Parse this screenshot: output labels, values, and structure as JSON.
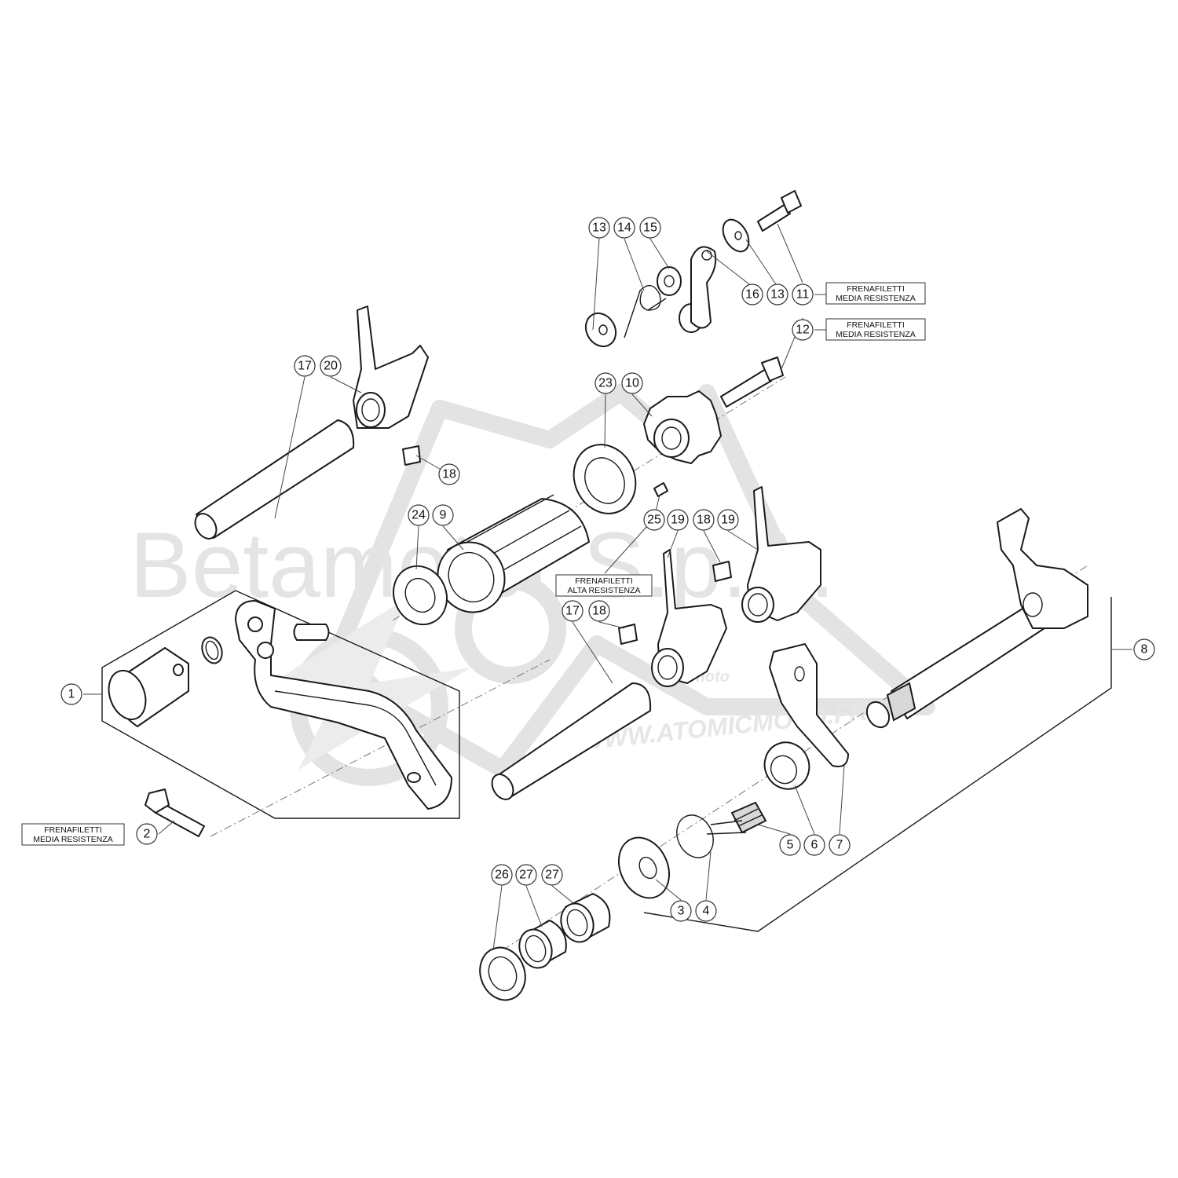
{
  "watermark": {
    "brand": "Betamotor S.p.A.",
    "site_moto": "moto",
    "site_url": "WWW.ATOMICMOTO.FR"
  },
  "callouts": [
    {
      "id": "c13a",
      "label": "13"
    },
    {
      "id": "c14",
      "label": "14"
    },
    {
      "id": "c15",
      "label": "15"
    },
    {
      "id": "c16",
      "label": "16"
    },
    {
      "id": "c13b",
      "label": "13"
    },
    {
      "id": "c11",
      "label": "11"
    },
    {
      "id": "c12",
      "label": "12"
    },
    {
      "id": "c17a",
      "label": "17"
    },
    {
      "id": "c20",
      "label": "20"
    },
    {
      "id": "c18a",
      "label": "18"
    },
    {
      "id": "c23",
      "label": "23"
    },
    {
      "id": "c10",
      "label": "10"
    },
    {
      "id": "c24",
      "label": "24"
    },
    {
      "id": "c9",
      "label": "9"
    },
    {
      "id": "c25",
      "label": "25"
    },
    {
      "id": "c19a",
      "label": "19"
    },
    {
      "id": "c18b",
      "label": "18"
    },
    {
      "id": "c19b",
      "label": "19"
    },
    {
      "id": "c17b",
      "label": "17"
    },
    {
      "id": "c18c",
      "label": "18"
    },
    {
      "id": "c1",
      "label": "1"
    },
    {
      "id": "c2",
      "label": "2"
    },
    {
      "id": "c8",
      "label": "8"
    },
    {
      "id": "c5",
      "label": "5"
    },
    {
      "id": "c6",
      "label": "6"
    },
    {
      "id": "c7",
      "label": "7"
    },
    {
      "id": "c26",
      "label": "26"
    },
    {
      "id": "c27a",
      "label": "27"
    },
    {
      "id": "c27b",
      "label": "27"
    },
    {
      "id": "c3",
      "label": "3"
    },
    {
      "id": "c4",
      "label": "4"
    }
  ],
  "notes": {
    "n11": {
      "line1": "FRENAFILETTI",
      "line2": "MEDIA RESISTENZA"
    },
    "n12": {
      "line1": "FRENAFILETTI",
      "line2": "MEDIA RESISTENZA"
    },
    "n25": {
      "line1": "FRENAFILETTI",
      "line2": "ALTA RESISTENZA"
    },
    "n2": {
      "line1": "FRENAFILETTI",
      "line2": "MEDIA RESISTENZA"
    }
  },
  "colors": {
    "line": "#1a1a1a",
    "watermark": "#e4e4e4",
    "background": "#ffffff"
  }
}
